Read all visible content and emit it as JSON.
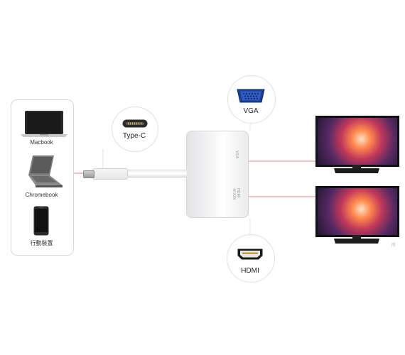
{
  "devices": [
    {
      "label": "Macbook",
      "icon": "laptop-icon"
    },
    {
      "label": "Chromebook",
      "icon": "chromebook-icon"
    },
    {
      "label": "行動裝置",
      "icon": "smartphone-icon"
    }
  ],
  "connectors": {
    "typec": {
      "label": "Type-C",
      "icon": "usb-c-port-icon"
    },
    "vga": {
      "label": "VGA",
      "icon": "vga-port-icon"
    },
    "hdmi": {
      "label": "HDMI",
      "icon": "hdmi-port-icon"
    }
  },
  "adapter": {
    "port_top_label": "VGA",
    "port_bottom_label": "HDMI 4KX2K"
  },
  "watermark": "所",
  "colors": {
    "connection_line": "#e85a70",
    "leader_line": "#d8d8d8",
    "monitor_frame": "#111111"
  }
}
